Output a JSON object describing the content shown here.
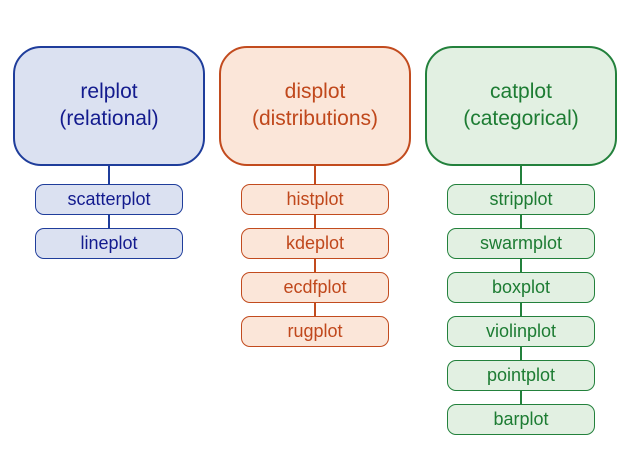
{
  "columns": [
    {
      "id": "relplot",
      "title": "relplot",
      "subtitle": "(relational)",
      "children": [
        "scatterplot",
        "lineplot"
      ],
      "colors": {
        "accent": "#1f3d9b",
        "text": "#131b8e",
        "fill": "#dbe1f1"
      }
    },
    {
      "id": "displot",
      "title": "displot",
      "subtitle": "(distributions)",
      "children": [
        "histplot",
        "kdeplot",
        "ecdfplot",
        "rugplot"
      ],
      "colors": {
        "accent": "#c24b1e",
        "text": "#c0481c",
        "fill": "#fbe6d9"
      }
    },
    {
      "id": "catplot",
      "title": "catplot",
      "subtitle": "(categorical)",
      "children": [
        "stripplot",
        "swarmplot",
        "boxplot",
        "violinplot",
        "pointplot",
        "barplot"
      ],
      "colors": {
        "accent": "#23813c",
        "text": "#1d7c33",
        "fill": "#e2f0e2"
      }
    }
  ]
}
